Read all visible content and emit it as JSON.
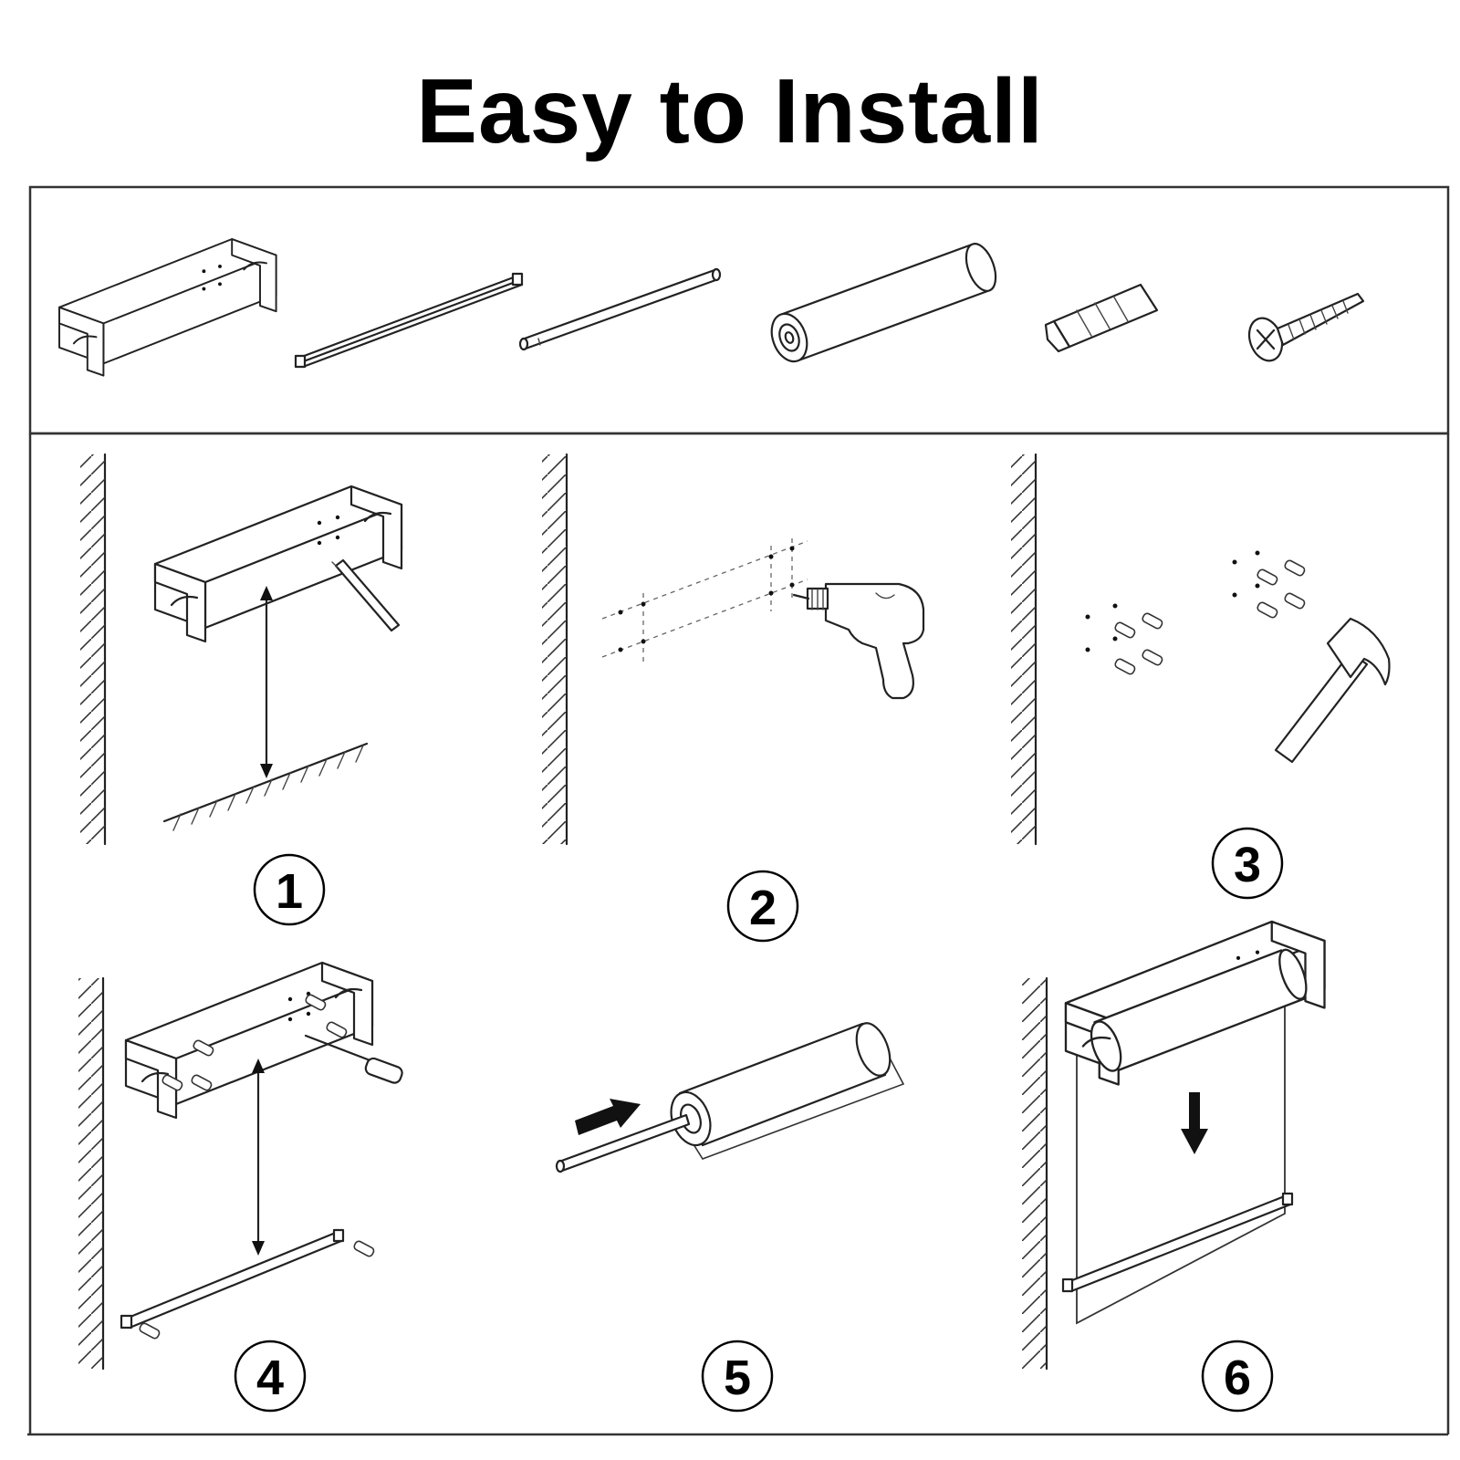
{
  "title": "Easy to Install",
  "parts": [
    {
      "name": "bracket"
    },
    {
      "name": "bottom-bar"
    },
    {
      "name": "roller-rod"
    },
    {
      "name": "fabric-roll"
    },
    {
      "name": "wall-anchor"
    },
    {
      "name": "screw"
    }
  ],
  "steps": [
    {
      "number": "1"
    },
    {
      "number": "2"
    },
    {
      "number": "3"
    },
    {
      "number": "4"
    },
    {
      "number": "5"
    },
    {
      "number": "6"
    }
  ]
}
